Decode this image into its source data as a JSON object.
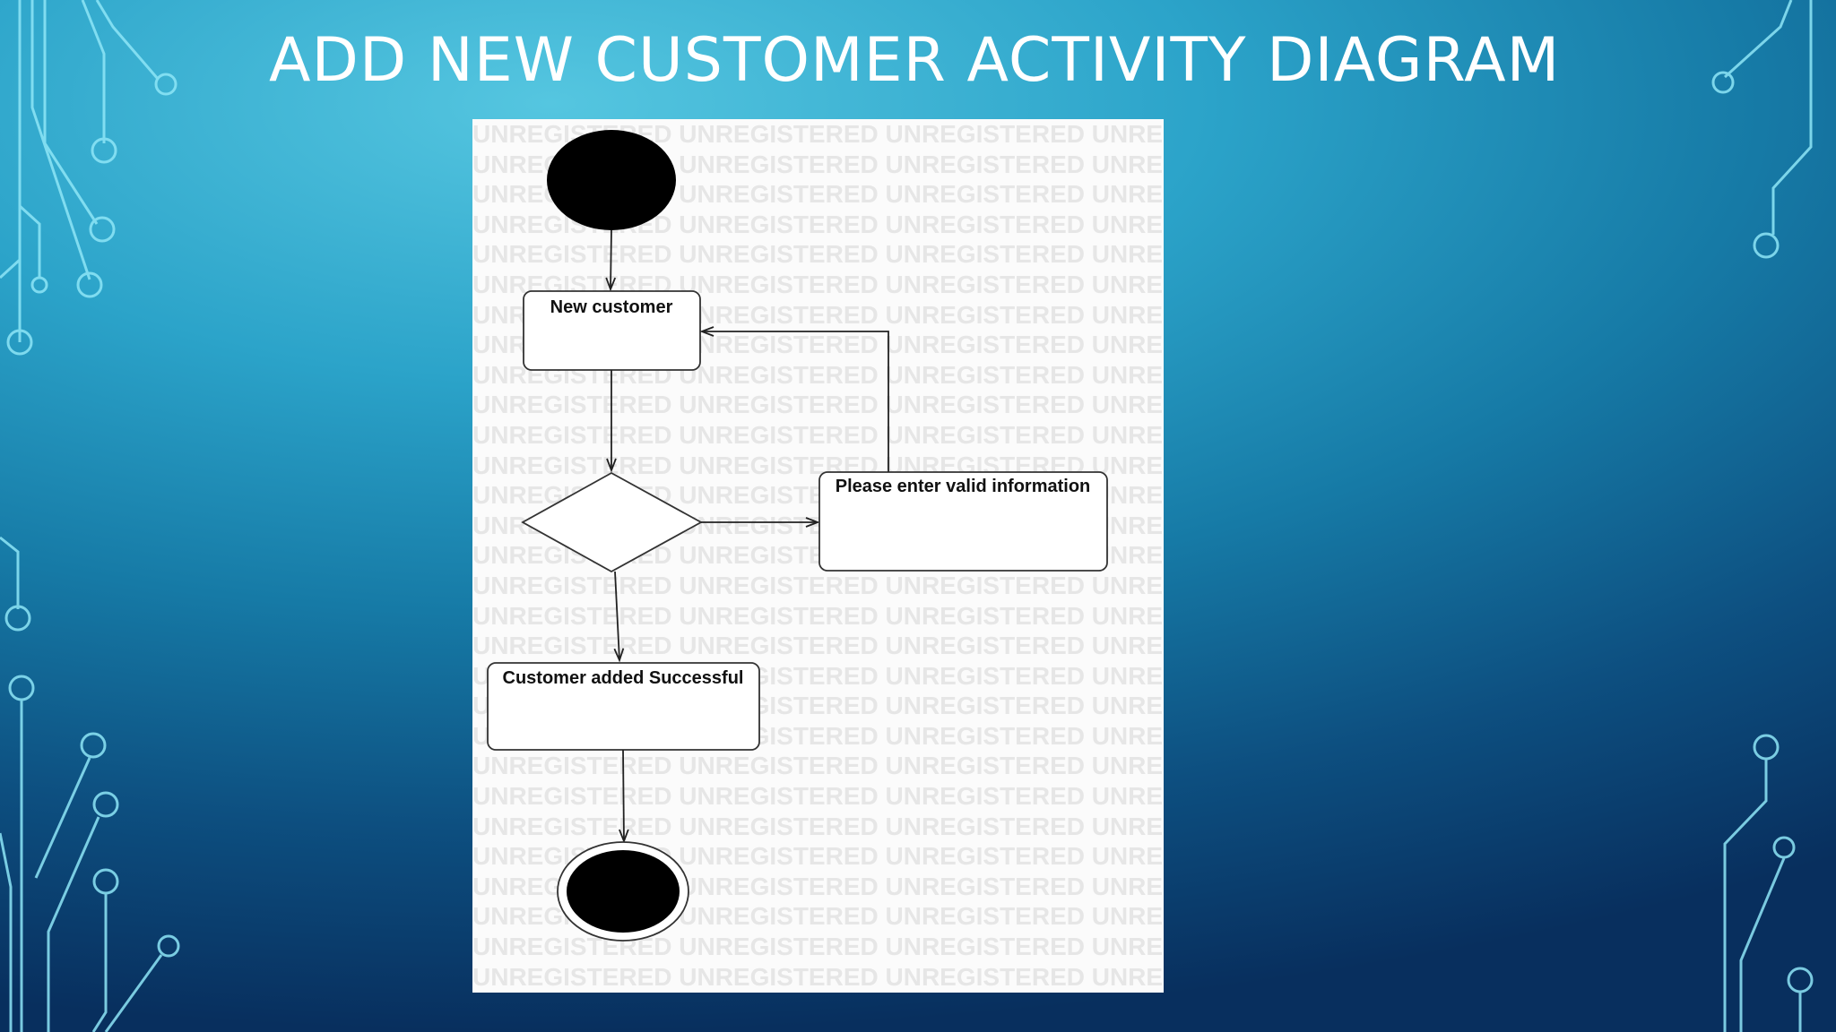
{
  "slide": {
    "title": "ADD NEW CUSTOMER ACTIVITY DIAGRAM"
  },
  "diagram": {
    "watermark": "UNREGISTERED",
    "nodes": {
      "new_customer": "New customer",
      "invalid_info": "Please enter valid information",
      "customer_added": "Customer added Successful"
    }
  },
  "colors": {
    "title_text": "#ffffff",
    "circuit_lines": "#7fe0f4",
    "panel_background": "#fbfbfb",
    "watermark": "#e6e6e6"
  }
}
